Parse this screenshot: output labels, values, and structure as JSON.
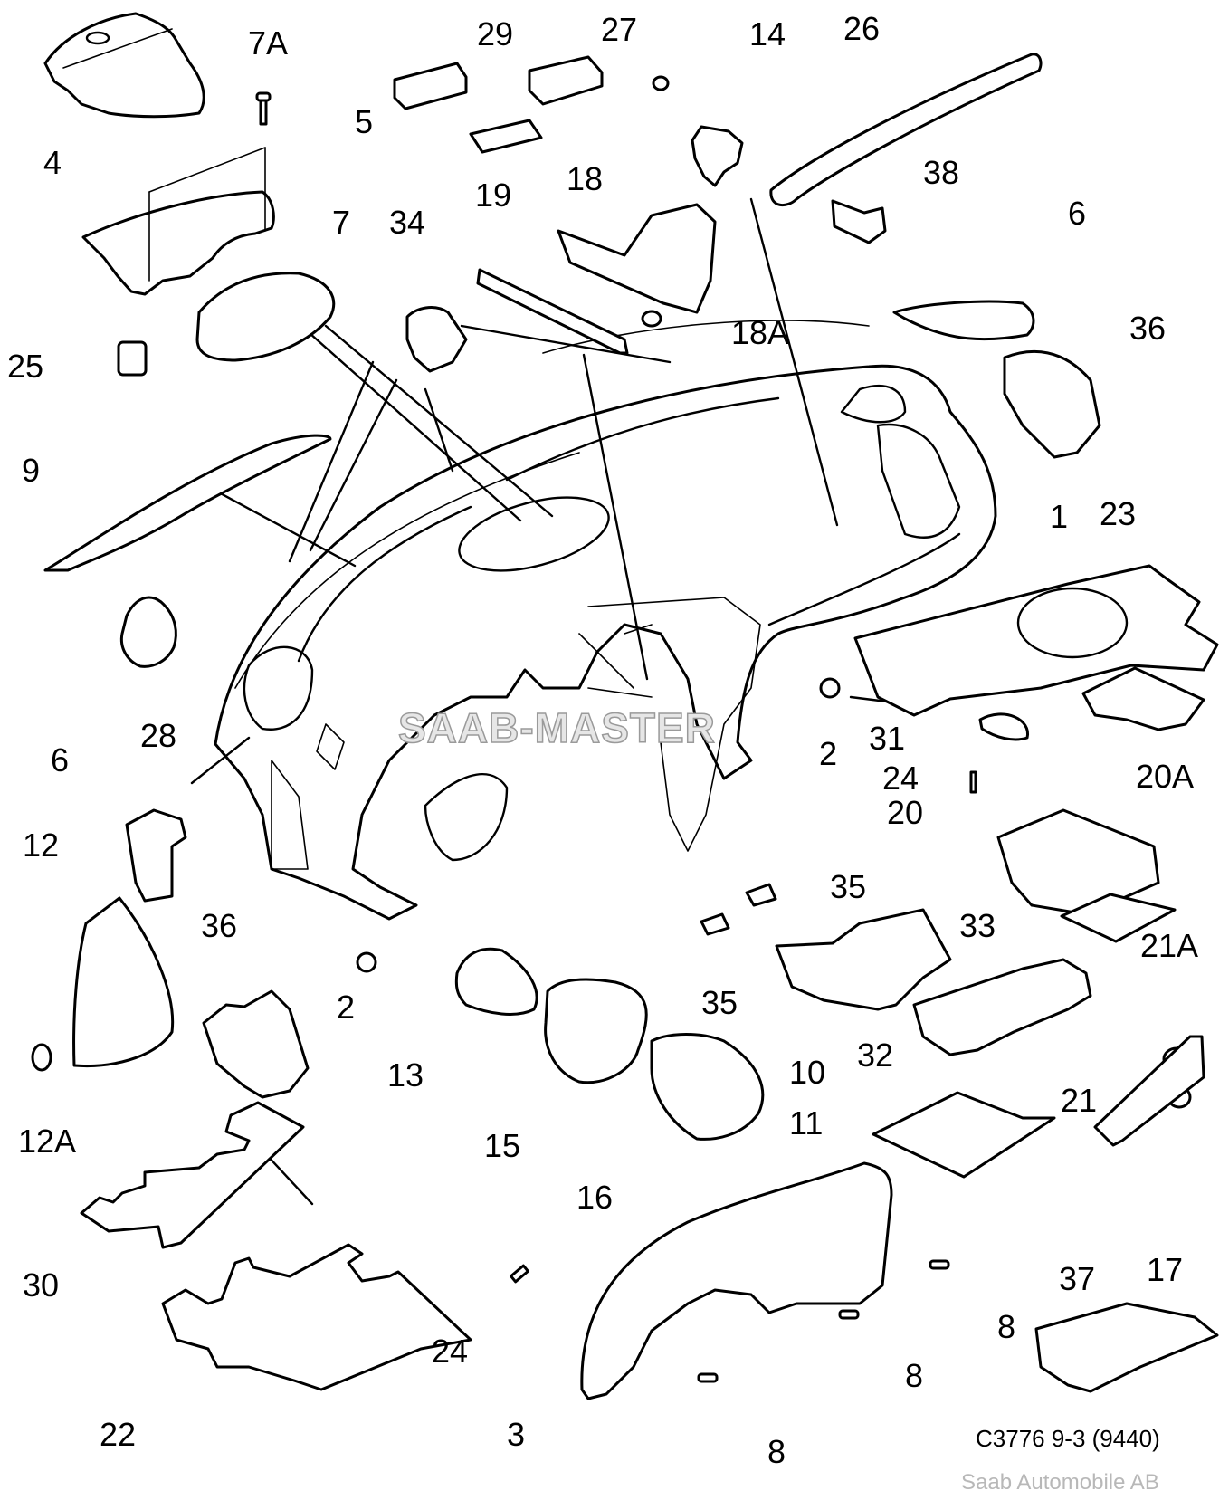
{
  "diagram": {
    "drawing_code": "C3776 9-3 (9440)",
    "copyright": "Saab Automobile AB",
    "watermark": "SAAB-MASTER",
    "callouts": {
      "c7A": "7A",
      "c5": "5",
      "c4": "4",
      "c7": "7",
      "c25": "25",
      "c34": "34",
      "c29": "29",
      "c27": "27",
      "c14": "14",
      "c26": "26",
      "c38": "38",
      "c19": "19",
      "c18": "18",
      "c18A": "18A",
      "c6a": "6",
      "c36a": "36",
      "c9": "9",
      "c6b": "6",
      "c1": "1",
      "c23": "23",
      "c28": "28",
      "c2a": "2",
      "c31": "31",
      "c20A": "20A",
      "c24a": "24",
      "c20": "20",
      "c12": "12",
      "c36b": "36",
      "c35a": "35",
      "c33": "33",
      "c2b": "2",
      "c35b": "35",
      "c21A": "21A",
      "c13": "13",
      "c10": "10",
      "c32": "32",
      "c12A": "12A",
      "c15": "15",
      "c21": "21",
      "c11": "11",
      "c16": "16",
      "c17": "17",
      "c30": "30",
      "c8a": "8",
      "c37": "37",
      "c24b": "24",
      "c8b": "8",
      "c22": "22",
      "c3": "3",
      "c8c": "8"
    }
  }
}
